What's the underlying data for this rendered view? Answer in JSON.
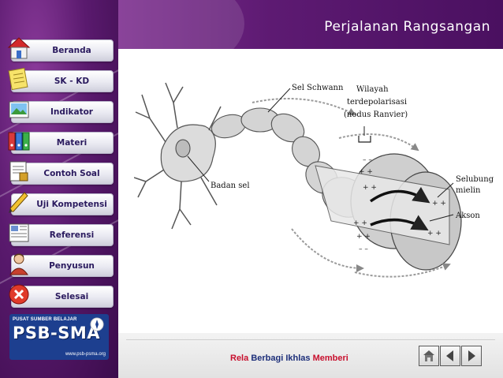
{
  "header": {
    "title": "Perjalanan Rangsangan"
  },
  "sidebar": {
    "items": [
      {
        "label": "Beranda",
        "icon": "home-icon"
      },
      {
        "label": "SK - KD",
        "icon": "notes-icon"
      },
      {
        "label": "Indikator",
        "icon": "image-icon"
      },
      {
        "label": "Materi",
        "icon": "binders-icon"
      },
      {
        "label": "Contoh Soal",
        "icon": "document-icon"
      },
      {
        "label": "Uji Kompetensi",
        "icon": "pencil-icon"
      },
      {
        "label": "Referensi",
        "icon": "newspaper-icon"
      },
      {
        "label": "Penyusun",
        "icon": "person-icon"
      },
      {
        "label": "Selesai",
        "icon": "close-icon"
      }
    ],
    "logo": {
      "top": "PUSAT SUMBER BELAJAR",
      "name": "PSB-SMA",
      "url": "www.psb-psma.org"
    }
  },
  "diagram": {
    "labels": {
      "schwann": "Sel Schwann",
      "wilayah1": "Wilayah",
      "wilayah2": "terdepolarisasi",
      "wilayah3": "(nodus Ranvier)",
      "badan": "Badan sel",
      "selubung1": "Selubung",
      "selubung2": "mielin",
      "akson": "Akson"
    }
  },
  "footer": {
    "tag1": "Rela",
    "tag2": "Berbagi",
    "tag3": "Ikhlas",
    "tag4": "Memberi",
    "buttons": [
      "home-icon",
      "prev-icon",
      "next-icon"
    ]
  },
  "colors": {
    "purple": "#5a1a6e",
    "accent_red": "#c8102e",
    "text_blue": "#1d2f7a"
  }
}
